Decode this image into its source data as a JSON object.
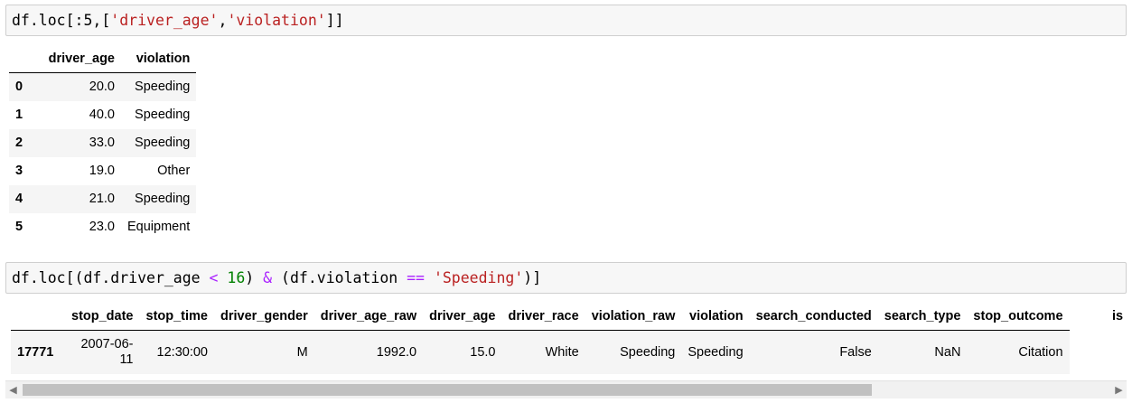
{
  "cell1": {
    "code_prefix": "df.loc[:5,[",
    "str_a": "'driver_age'",
    "comma": ",",
    "str_b": "'violation'",
    "code_suffix": "]]"
  },
  "table1": {
    "columns": [
      "driver_age",
      "violation"
    ],
    "rows": [
      {
        "index": "0",
        "driver_age": "20.0",
        "violation": "Speeding"
      },
      {
        "index": "1",
        "driver_age": "40.0",
        "violation": "Speeding"
      },
      {
        "index": "2",
        "driver_age": "33.0",
        "violation": "Speeding"
      },
      {
        "index": "3",
        "driver_age": "19.0",
        "violation": "Other"
      },
      {
        "index": "4",
        "driver_age": "21.0",
        "violation": "Speeding"
      },
      {
        "index": "5",
        "driver_age": "23.0",
        "violation": "Equipment"
      }
    ]
  },
  "cell2": {
    "p1": "df.loc[(df.driver_age ",
    "op_lt": "<",
    "sp1": " ",
    "num16": "16",
    "p2": ") ",
    "op_and": "&",
    "p3": " (df.violation ",
    "op_eq": "==",
    "sp2": " ",
    "str_speeding": "'Speeding'",
    "p4": ")]"
  },
  "table2": {
    "columns": [
      "stop_date",
      "stop_time",
      "driver_gender",
      "driver_age_raw",
      "driver_age",
      "driver_race",
      "violation_raw",
      "violation",
      "search_conducted",
      "search_type",
      "stop_outcome"
    ],
    "clipped_column": "is",
    "row": {
      "index": "17771",
      "stop_date": "2007-06-11",
      "stop_time": "12:30:00",
      "driver_gender": "M",
      "driver_age_raw": "1992.0",
      "driver_age": "15.0",
      "driver_race": "White",
      "violation_raw": "Speeding",
      "violation": "Speeding",
      "search_conducted": "False",
      "search_type": "NaN",
      "stop_outcome": "Citation"
    }
  },
  "scrollbar": {
    "left_arrow": "◀",
    "right_arrow": "▶"
  }
}
